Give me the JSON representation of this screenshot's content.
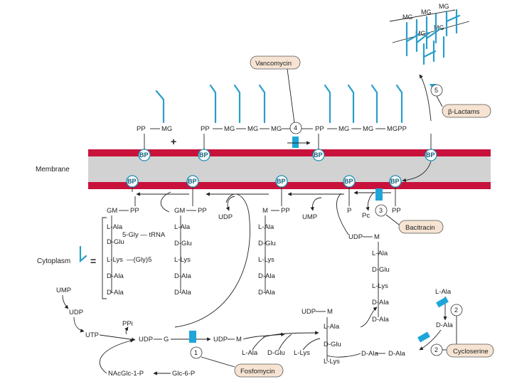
{
  "labels": {
    "membrane": "Membrane",
    "cytoplasm": "Cytoplasm",
    "plus": "+"
  },
  "drugs": {
    "vancomycin": "Vancomycin",
    "beta_lactams": "β-Lactams",
    "bacitracin": "Bacitracin",
    "fosfomycin": "Fosfomycin",
    "cycloserine": "Cycloserine"
  },
  "steps": {
    "s1": "1",
    "s2a": "2",
    "s2b": "2",
    "s3": "3",
    "s4": "4",
    "s5": "5"
  },
  "bp": "BP",
  "top_chain": {
    "pp1": "PP",
    "mg1": "MG",
    "pp2": "PP",
    "mg2a": "MG",
    "mg2b": "MG",
    "mg2c": "MG",
    "pp3": "PP",
    "mg3a": "MG",
    "mg3b": "MG",
    "mg3c": "MGPP"
  },
  "cell_wall": {
    "mg_a": "MG",
    "mg_b": "MG",
    "mg_c": "MG",
    "mg_d": "MG",
    "mg_e": "MG"
  },
  "gm1": {
    "head": "GM",
    "pp": "PP",
    "residues": [
      "L-Ala",
      "D-Glu",
      "L-Lys",
      "D-Ala",
      "D-Ala"
    ],
    "gly_trna": "5-Gly — tRNA",
    "gly5": "—(Gly)5",
    "eq": "="
  },
  "gm2": {
    "head": "GM",
    "pp": "PP",
    "residues": [
      "L-Ala",
      "D-Glu",
      "L-Lys",
      "D-Ala",
      "D-Ala"
    ],
    "udp": "UDP"
  },
  "m1": {
    "head": "M",
    "pp": "PP",
    "residues": [
      "L-Ala",
      "D-Glu",
      "L-Lys",
      "D-Ala",
      "D-Ala"
    ],
    "ump": "UMP"
  },
  "udp_m_right": {
    "udp": "UDP",
    "m": "M",
    "residues": [
      "L-Ala",
      "D-Glu",
      "L-Lys",
      "D-Ala",
      "D-Ala"
    ]
  },
  "pi": {
    "p": "P",
    "pc": "Pc"
  },
  "pp_label": "PP",
  "left_path": {
    "ump": "UMP",
    "udp": "UDP",
    "utp": "UTP",
    "ppi": "PPi",
    "nacglc": "NAcGlc-1-P",
    "glc6p": "Glc-6-P",
    "udp_g": "UDP",
    "g": "G"
  },
  "mid_path": {
    "udp_m": "UDP",
    "m": "M",
    "ala": "L-Ala",
    "glu": "D-Glu",
    "lys": "L-Lys"
  },
  "udp_m_mid": {
    "udp": "UDP",
    "m": "M",
    "residues": [
      "L-Ala",
      "D-Glu",
      "L-Lys"
    ]
  },
  "dala": {
    "lala": "L-Ala",
    "dala1": "D-Ala",
    "dala2": "D-Ala",
    "dala3": "D-Ala"
  }
}
